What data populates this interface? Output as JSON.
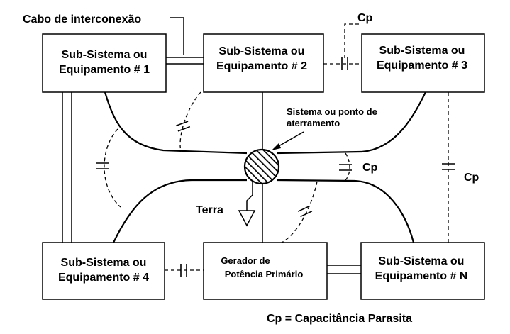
{
  "labels": {
    "cable": "Cabo de interconexão",
    "cp_top": "Cp",
    "cp_right_mid": "Cp",
    "cp_far_right": "Cp",
    "ground_system_1": "Sistema ou ponto de",
    "ground_system_2": "aterramento",
    "earth": "Terra",
    "legend": "Cp = Capacitância Parasita"
  },
  "boxes": {
    "sub1": {
      "line1": "Sub-Sistema ou",
      "line2": "Equipamento # 1"
    },
    "sub2": {
      "line1": "Sub-Sistema ou",
      "line2": "Equipamento # 2"
    },
    "sub3": {
      "line1": "Sub-Sistema ou",
      "line2": "Equipamento # 3"
    },
    "sub4": {
      "line1": "Sub-Sistema ou",
      "line2": "Equipamento # 4"
    },
    "generator": {
      "line1": "Gerador de",
      "line2": "Potência Primário"
    },
    "subN": {
      "line1": "Sub-Sistema ou",
      "line2": "Equipamento # N"
    }
  }
}
